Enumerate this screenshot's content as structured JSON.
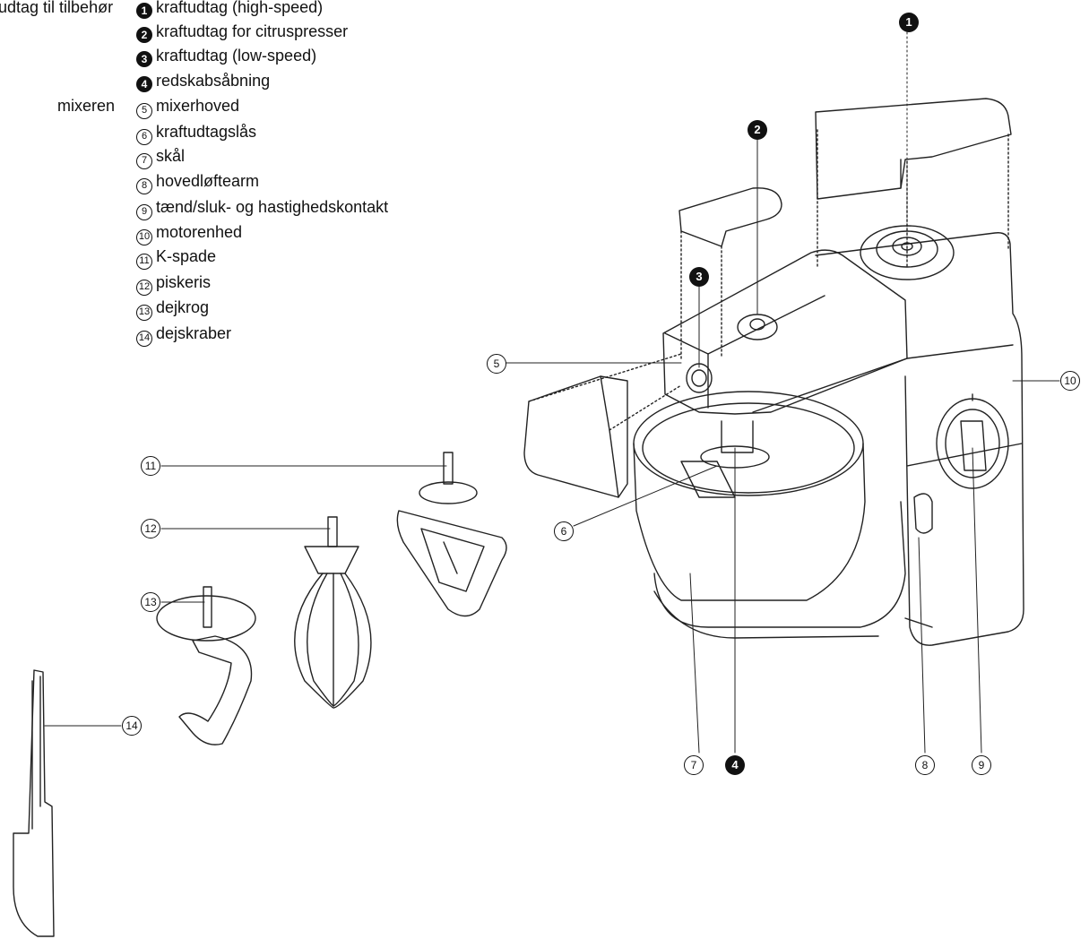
{
  "groups": {
    "accessories": "udtag til tilbehør",
    "mixer": "mixeren"
  },
  "legend": [
    {
      "n": "1",
      "style": "filled",
      "label": "kraftudtag (high-speed)"
    },
    {
      "n": "2",
      "style": "filled",
      "label": "kraftudtag for citruspresser"
    },
    {
      "n": "3",
      "style": "filled",
      "label": "kraftudtag (low-speed)"
    },
    {
      "n": "4",
      "style": "filled",
      "label": "redskabsåbning"
    },
    {
      "n": "5",
      "style": "outline",
      "label": "mixerhoved"
    },
    {
      "n": "6",
      "style": "outline",
      "label": "kraftudtagslås"
    },
    {
      "n": "7",
      "style": "outline",
      "label": "skål"
    },
    {
      "n": "8",
      "style": "outline",
      "label": "hovedløftearm"
    },
    {
      "n": "9",
      "style": "outline",
      "label": "tænd/sluk- og hastighedskontakt"
    },
    {
      "n": "10",
      "style": "outline",
      "label": "motorenhed"
    },
    {
      "n": "11",
      "style": "outline",
      "label": "K-spade"
    },
    {
      "n": "12",
      "style": "outline",
      "label": "piskeris"
    },
    {
      "n": "13",
      "style": "outline",
      "label": "dejkrog"
    },
    {
      "n": "14",
      "style": "outline",
      "label": "dejskraber"
    }
  ],
  "callouts": {
    "c1": "1",
    "c2": "2",
    "c3": "3",
    "c4": "4",
    "c5": "5",
    "c6": "6",
    "c7": "7",
    "c8": "8",
    "c9": "9",
    "c10": "10",
    "c11": "11",
    "c12": "12",
    "c13": "13",
    "c14": "14"
  }
}
